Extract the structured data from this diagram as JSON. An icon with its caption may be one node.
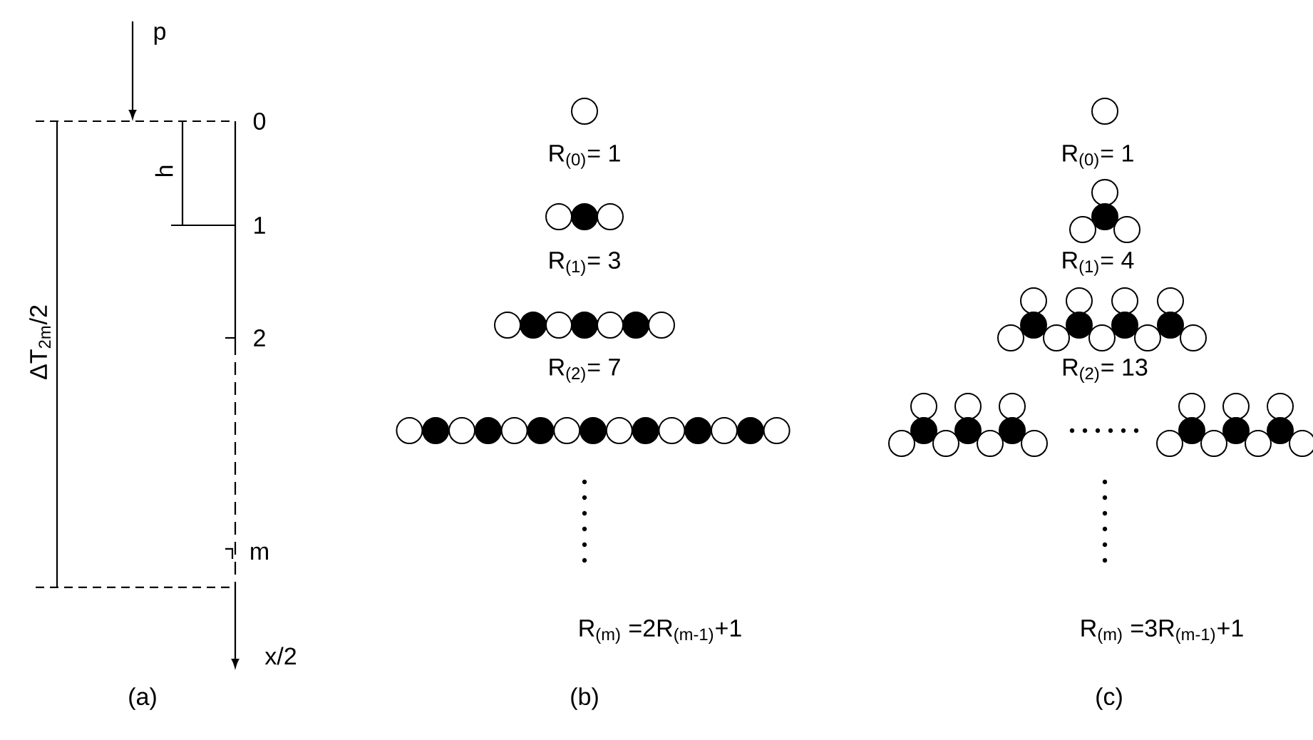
{
  "diagram": {
    "labels": [
      "p",
      "0",
      "h",
      "1",
      "ΔT$_{2m}$/2",
      "2",
      "m",
      "x/2",
      "(a)",
      "R$_{(0)}$= 1",
      "R$_{(1)}$= 3",
      "R$_{(2)}$= 7",
      "R$_{(m)}$ =2R$_{(m-1)}$+1",
      "(b)",
      "R$_{(0)}$= 1",
      "R$_{(1)}$= 4",
      "R$_{(2)}$= 13",
      "R$_{(m)}$ =3R$_{(m-1)}$+1",
      "(c)"
    ]
  }
}
